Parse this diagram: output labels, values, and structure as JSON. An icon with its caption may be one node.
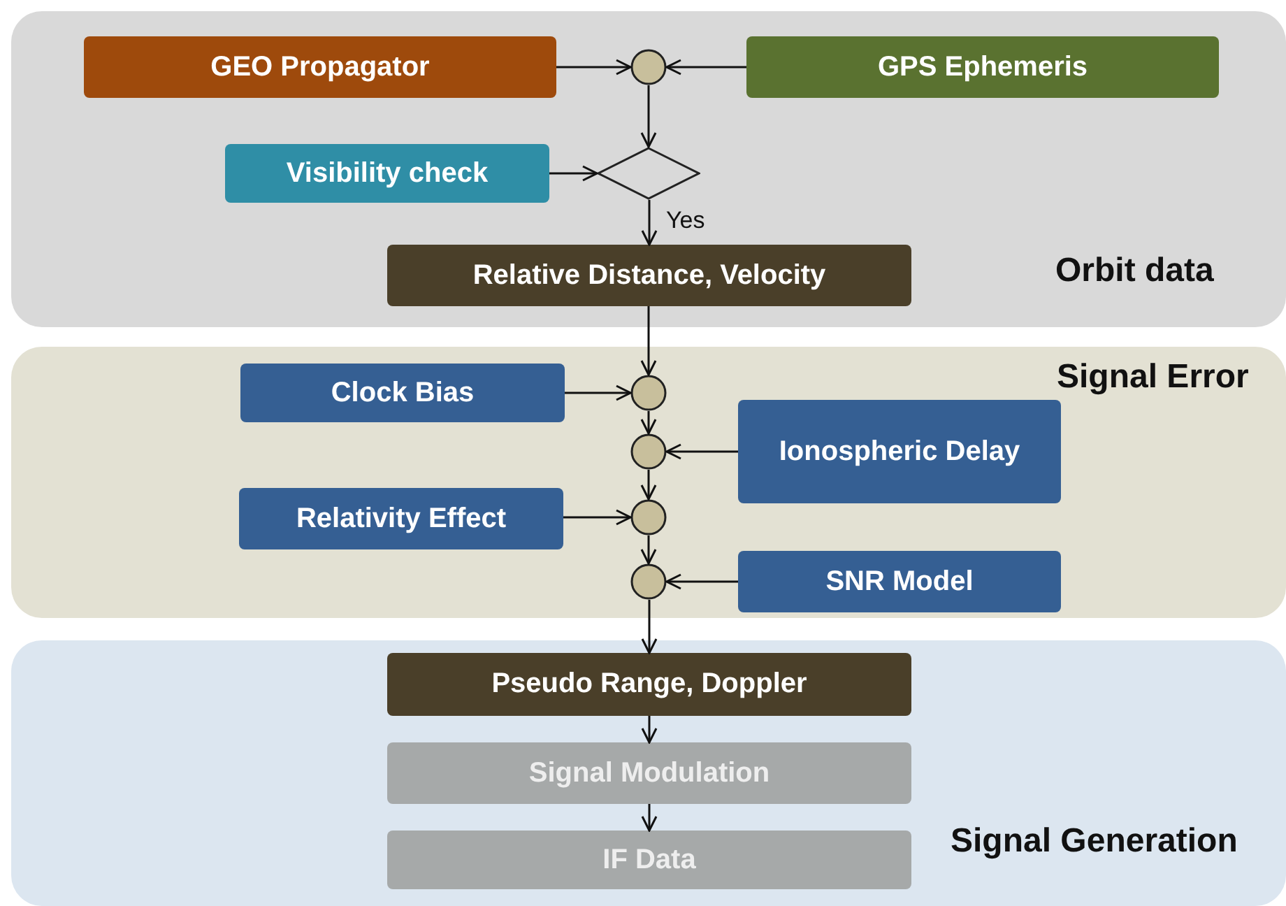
{
  "diagram": {
    "nodes": [
      {
        "text": [
          "Orbit data"
        ]
      },
      {
        "text": [
          "GEO Propagator"
        ],
        "in": 0
      },
      {
        "text": [],
        "shape": "circle",
        "in": 0
      },
      {
        "text": [
          "GPS Ephemeris"
        ],
        "in": 0
      },
      {
        "text": [
          "Visibility check"
        ],
        "in": 0
      },
      {
        "text": [],
        "shape": "diamond",
        "in": 0
      },
      {
        "text": [
          "Relative Distance, Velocity"
        ],
        "in": 0
      },
      {
        "text": [
          "Signal Error"
        ]
      },
      {
        "text": [
          "Clock Bias"
        ],
        "in": 7
      },
      {
        "text": [],
        "shape": "circle",
        "in": 7
      },
      {
        "text": [
          "Ionospheric Delay"
        ],
        "in": 7
      },
      {
        "text": [],
        "shape": "circle",
        "in": 7
      },
      {
        "text": [
          "Relativity Effect"
        ],
        "in": 7
      },
      {
        "text": [],
        "shape": "circle",
        "in": 7
      },
      {
        "text": [],
        "shape": "circle",
        "in": 7
      },
      {
        "text": [
          "SNR Model"
        ],
        "in": 7
      },
      {
        "text": [
          "Signal Generation"
        ]
      },
      {
        "text": [
          "Pseudo Range, Doppler"
        ],
        "in": 16
      },
      {
        "text": [
          "Signal Modulation"
        ],
        "in": 16
      },
      {
        "text": [
          "IF Data"
        ],
        "in": 16
      }
    ],
    "edges": [
      {
        "from": 1,
        "to": 2,
        "arrow": "to"
      },
      {
        "from": 3,
        "to": 2,
        "arrow": "to"
      },
      {
        "from": 2,
        "to": 5,
        "arrow": "to"
      },
      {
        "from": 4,
        "to": 5,
        "arrow": "to"
      },
      {
        "from": 5,
        "to": 6,
        "arrow": "to",
        "label": "Yes"
      },
      {
        "from": 6,
        "to": 9,
        "arrow": "to"
      },
      {
        "from": 8,
        "to": 9,
        "arrow": "to"
      },
      {
        "from": 9,
        "to": 11,
        "arrow": "to"
      },
      {
        "from": 10,
        "to": 11,
        "arrow": "to"
      },
      {
        "from": 11,
        "to": 13,
        "arrow": "to"
      },
      {
        "from": 12,
        "to": 13,
        "arrow": "to"
      },
      {
        "from": 13,
        "to": 14,
        "arrow": "to"
      },
      {
        "from": 15,
        "to": 14,
        "arrow": "to"
      },
      {
        "from": 14,
        "to": 17,
        "arrow": "to"
      },
      {
        "from": 17,
        "to": 18,
        "arrow": "to"
      },
      {
        "from": 18,
        "to": 19,
        "arrow": "to"
      }
    ]
  }
}
